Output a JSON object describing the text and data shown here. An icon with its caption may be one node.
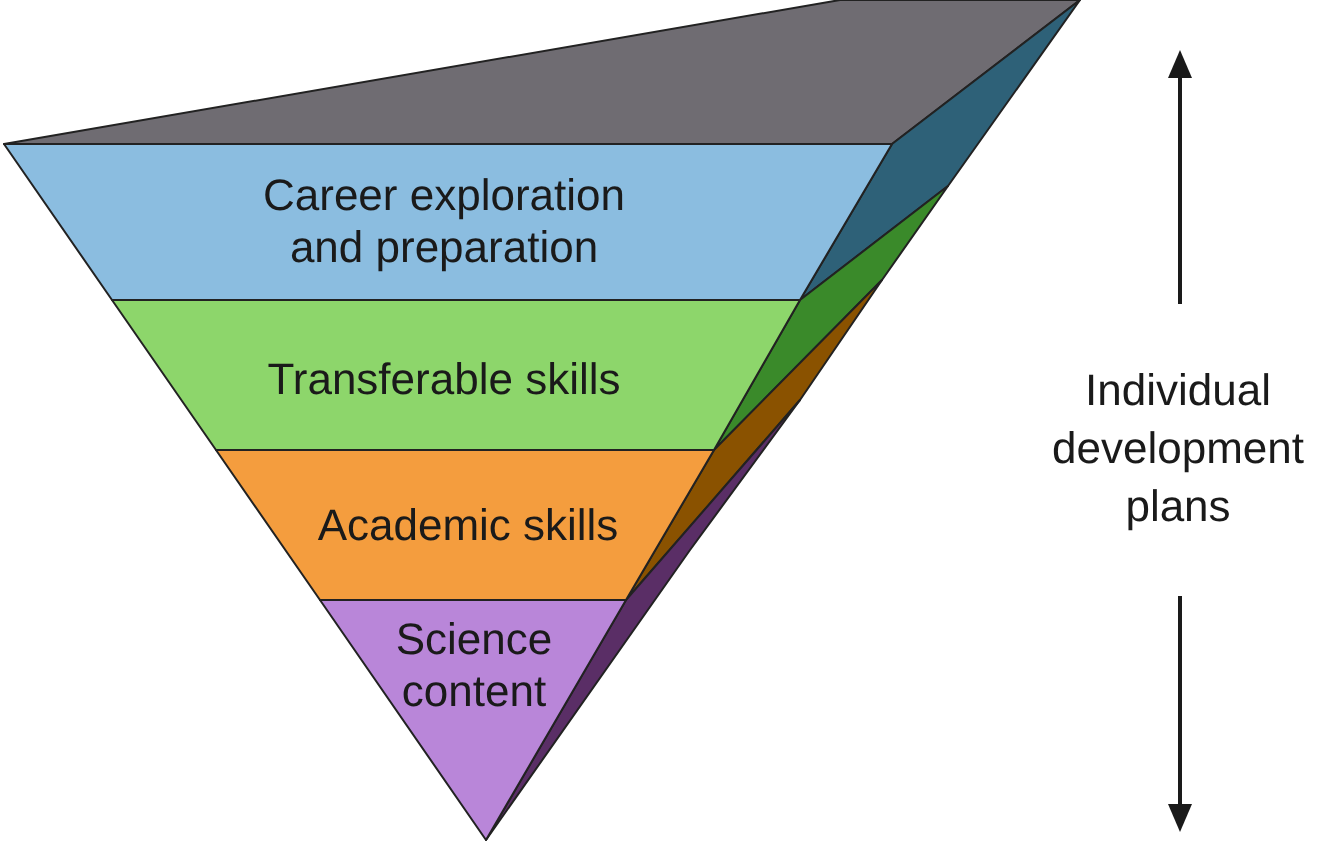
{
  "diagram": {
    "nodes": [
      {
        "text": [
          "Career exploration and preparation"
        ]
      },
      {
        "text": [
          "Transferable skills"
        ]
      },
      {
        "text": [
          "Academic skills"
        ]
      },
      {
        "text": [
          "Science content"
        ]
      }
    ],
    "labels": [
      "Individual development plans"
    ]
  }
}
